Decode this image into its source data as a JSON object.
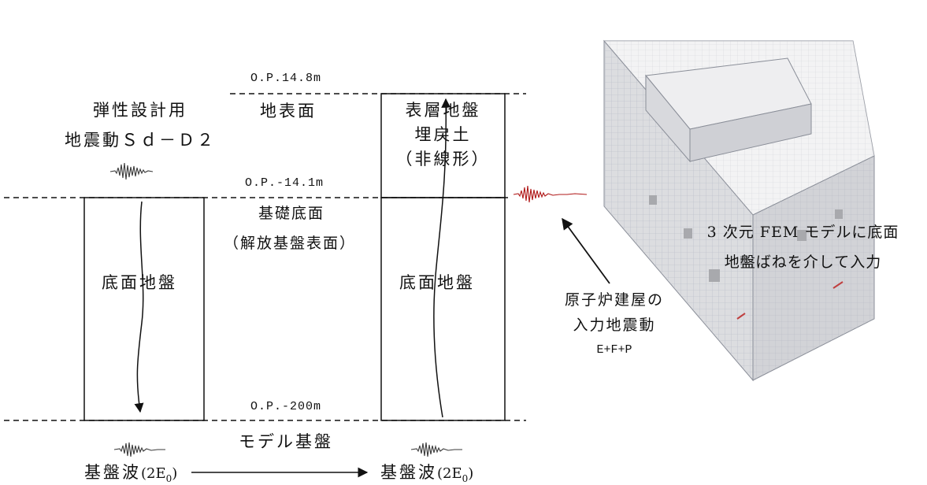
{
  "elevations": {
    "top": "O.P.14.8m",
    "middle": "O.P.-14.1m",
    "bottom": "O.P.-200m"
  },
  "layers": {
    "ground_surface": "地表面",
    "foundation_bottom": "基礎底面",
    "release_surface": "（解放基盤表面）",
    "model_base": "モデル基盤"
  },
  "input_motion": {
    "line1": "弾性設計用",
    "line2": "地震動Ｓｄ－Ｄ２"
  },
  "left_column": {
    "label": "底面地盤"
  },
  "right_column": {
    "upper_line1": "表層地盤",
    "upper_line2": "埋戻土",
    "upper_line3": "（非線形）",
    "lower_label": "底面地盤"
  },
  "base_wave": {
    "left": "基盤波",
    "right": "基盤波",
    "paren_open": "(2E",
    "sub": "0",
    "paren_close": ")"
  },
  "building_input": {
    "line1": "原子炉建屋の",
    "line2": "入力地震動",
    "line3": "E+F+P"
  },
  "fem_note": {
    "line1": "3 次元 FEM モデルに底面",
    "line2": "地盤ばねを介して入力"
  },
  "colors": {
    "line": "#111111",
    "wave_gray": "#3a3a3a",
    "wave_red": "#b01818",
    "model_face": "#e6e6e6",
    "model_grid": "#b8bcc6"
  }
}
